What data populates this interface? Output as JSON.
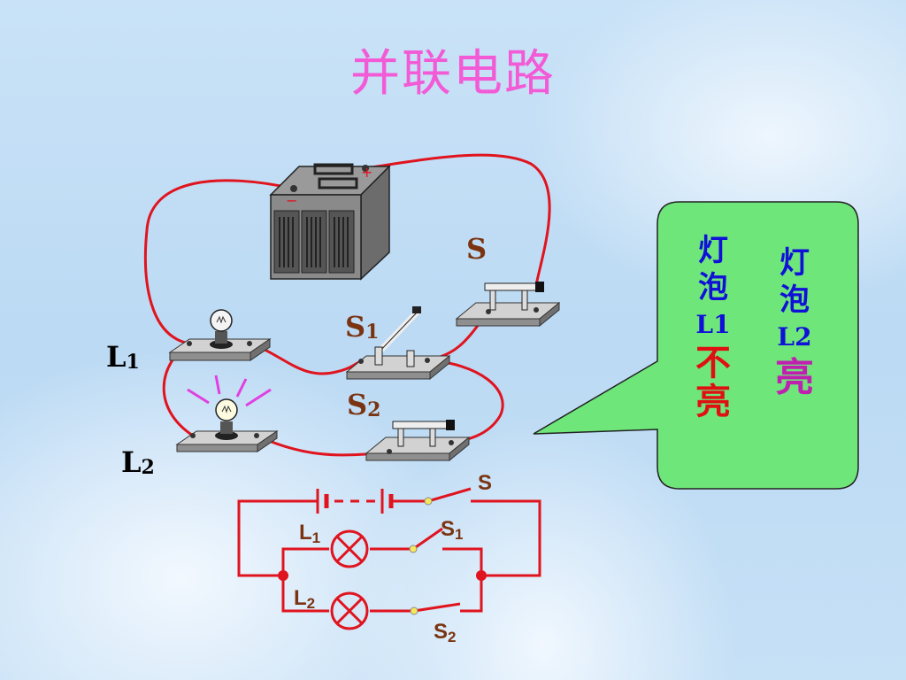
{
  "title": "并联电路",
  "labels": {
    "switch_s": "S",
    "switch_s1": "S",
    "switch_s1_sub": "1",
    "switch_s2": "S",
    "switch_s2_sub": "2",
    "lamp_l1": "L",
    "lamp_l1_sub": "1",
    "lamp_l2": "L",
    "lamp_l2_sub": "2"
  },
  "bubble": {
    "col1_line1": "灯",
    "col1_line2": "泡",
    "col1_line3": "L1",
    "col1_line4": "不",
    "col1_line5": "亮",
    "col2_line1": "灯",
    "col2_line2": "泡",
    "col2_line3": "L2",
    "col2_line4": "亮"
  },
  "schematic": {
    "s": "S",
    "s1": "S",
    "s1_sub": "1",
    "s2": "S",
    "s2_sub": "2",
    "l1": "L",
    "l1_sub": "1",
    "l2": "L",
    "l2_sub": "2"
  },
  "battery": {
    "plus": "+",
    "minus": "−"
  },
  "colors": {
    "title": "#f25ad6",
    "wire": "#e0141e",
    "bubble_fill": "#6ee67a",
    "bubble_text_blue": "#1010d8",
    "bubble_text_red": "#e01010",
    "bubble_text_magenta": "#c020b0",
    "label_brown": "#7a3412"
  }
}
